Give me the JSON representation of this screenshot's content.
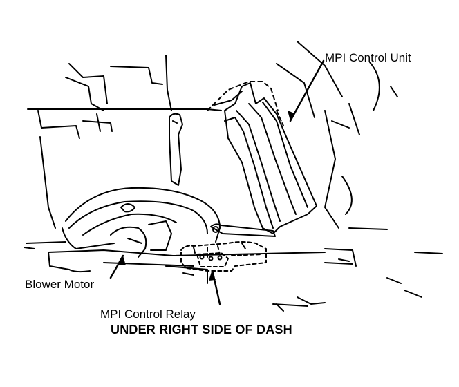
{
  "labels": {
    "control_unit": "MPI Control Unit",
    "blower_motor": "Blower Motor",
    "control_relay": "MPI Control Relay"
  },
  "caption": "UNDER RIGHT SIDE OF DASH",
  "colors": {
    "line": "#000000",
    "background": "#ffffff"
  }
}
